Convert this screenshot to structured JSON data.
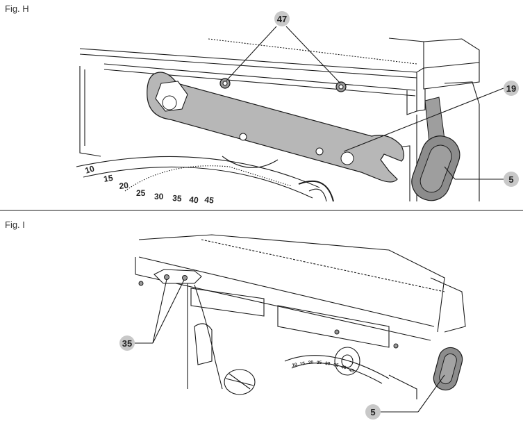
{
  "figures": {
    "h": {
      "label": "Fig. H",
      "callouts": {
        "c47": "47",
        "c19": "19",
        "c5": "5"
      },
      "scale_labels": [
        "10",
        "15",
        "20",
        "25",
        "30",
        "35",
        "40",
        "45"
      ]
    },
    "i": {
      "label": "Fig. I",
      "callouts": {
        "c35": "35",
        "c5": "5"
      },
      "scale_labels": [
        "10",
        "15",
        "20",
        "25",
        "30",
        "35",
        "40",
        "45"
      ]
    }
  },
  "colors": {
    "callout_fill": "#c8c8c8",
    "wrench_fill": "#b7b7b7",
    "line": "#1a1a1a"
  }
}
